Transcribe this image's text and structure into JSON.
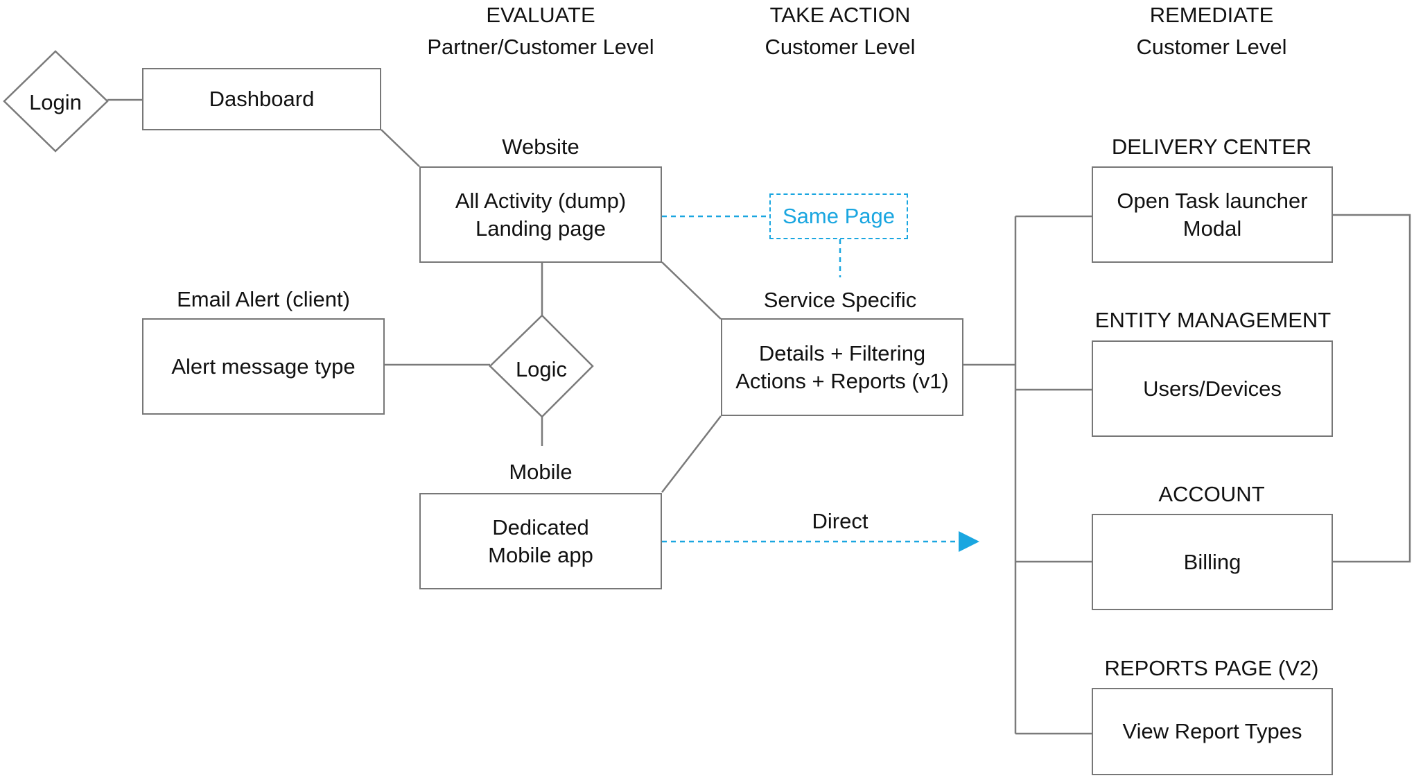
{
  "columns": {
    "evaluate": {
      "title": "EVALUATE",
      "subtitle": "Partner/Customer Level"
    },
    "take_action": {
      "title": "TAKE ACTION",
      "subtitle": "Customer Level"
    },
    "remediate": {
      "title": "REMEDIATE",
      "subtitle": "Customer Level"
    }
  },
  "nodes": {
    "login": "Login",
    "dashboard": "Dashboard",
    "website": {
      "label": "Website",
      "line1": "All Activity (dump)",
      "line2": "Landing page"
    },
    "same_page": "Same Page",
    "email_alert": {
      "label": "Email Alert (client)",
      "text": "Alert message type"
    },
    "logic": "Logic",
    "mobile": {
      "label": "Mobile",
      "line1": "Dedicated",
      "line2": "Mobile app"
    },
    "service_specific": {
      "label": "Service Specific",
      "line1": "Details + Filtering",
      "line2": "Actions + Reports (v1)"
    },
    "direct": "Direct",
    "delivery_center": {
      "label": "DELIVERY CENTER",
      "line1": "Open Task launcher",
      "line2": "Modal"
    },
    "entity_management": {
      "label": "ENTITY MANAGEMENT",
      "text": "Users/Devices"
    },
    "account": {
      "label": "ACCOUNT",
      "text": "Billing"
    },
    "reports_page": {
      "label": "REPORTS PAGE (V2)",
      "text": "View Report Types"
    }
  },
  "colors": {
    "line": "#7a7a7a",
    "accent": "#1aa6e0"
  }
}
